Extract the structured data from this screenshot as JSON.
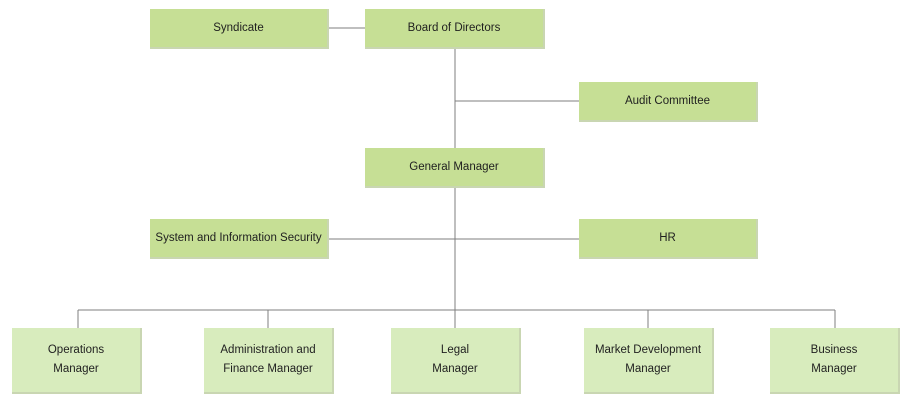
{
  "nodes": {
    "syndicate": "Syndicate",
    "board": "Board of Directors",
    "audit": "Audit Committee",
    "general_manager": "General Manager",
    "security": "System and Information Security",
    "hr": "HR",
    "operations": [
      "Operations",
      "Manager"
    ],
    "administration": [
      "Administration and",
      "Finance Manager"
    ],
    "legal": [
      "Legal",
      "Manager"
    ],
    "market": [
      "Market Development",
      "Manager"
    ],
    "business": [
      "Business",
      "Manager"
    ]
  },
  "colors": {
    "upper_box": "#c6df95",
    "lower_box": "#d8ecbd",
    "connector": "#7f7f7f"
  }
}
